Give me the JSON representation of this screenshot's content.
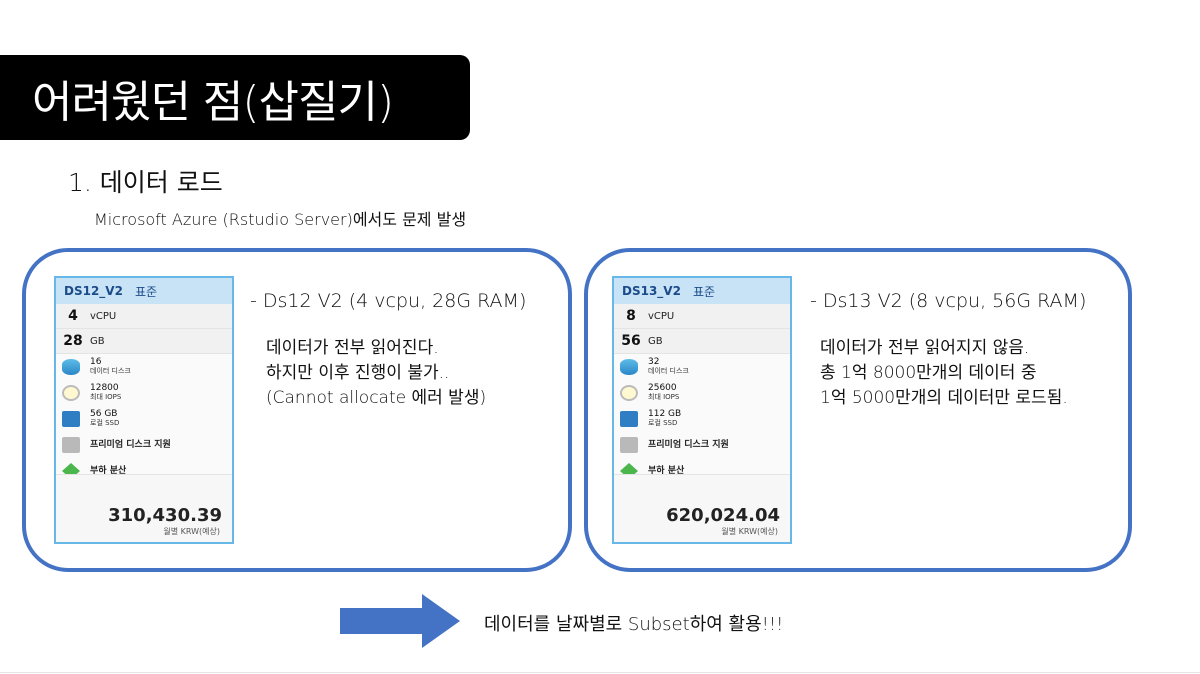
{
  "slide": {
    "title": "어려웠던 점(삽질기)",
    "section_heading": "1. 데이터 로드",
    "section_sub": "Microsoft Azure (Rstudio Server)에서도 문제 발생",
    "arrow_text": "데이터를 날짜별로 Subset하여 활용!!!"
  },
  "left": {
    "vm": {
      "name": "DS12_V2",
      "tier": "표준",
      "vcpu": "4",
      "vcpu_unit": "vCPU",
      "ram": "28",
      "ram_unit": "GB",
      "disks": "16",
      "disks_label": "데이터 디스크",
      "iops": "12800",
      "iops_label": "최대 IOPS",
      "ssd": "56 GB",
      "ssd_label": "로컬 SSD",
      "premium": "프리미엄 디스크 지원",
      "lb": "부하 분산",
      "price": "310,430.39",
      "price_caption": "월별 KRW(예상)"
    },
    "spec_title": "- Ds12 V2 (4 vcpu, 28G RAM)",
    "desc": [
      "데이터가 전부 읽어진다.",
      "하지만 이후 진행이 불가..",
      "(Cannot allocate 에러 발생)"
    ]
  },
  "right": {
    "vm": {
      "name": "DS13_V2",
      "tier": "표준",
      "vcpu": "8",
      "vcpu_unit": "vCPU",
      "ram": "56",
      "ram_unit": "GB",
      "disks": "32",
      "disks_label": "데이터 디스크",
      "iops": "25600",
      "iops_label": "최대 IOPS",
      "ssd": "112 GB",
      "ssd_label": "로컬 SSD",
      "premium": "프리미엄 디스크 지원",
      "lb": "부하 분산",
      "price": "620,024.04",
      "price_caption": "월별 KRW(예상)"
    },
    "spec_title": "- Ds13 V2 (8 vcpu, 56G RAM)",
    "desc": [
      "데이터가 전부 읽어지지 않음.",
      "총 1억 8000만개의 데이터 중",
      "1억 5000만개의 데이터만 로드됨."
    ]
  },
  "colors": {
    "accent": "#4472c4",
    "panel_border": "#67b7e8",
    "title_bar": "#000000"
  }
}
